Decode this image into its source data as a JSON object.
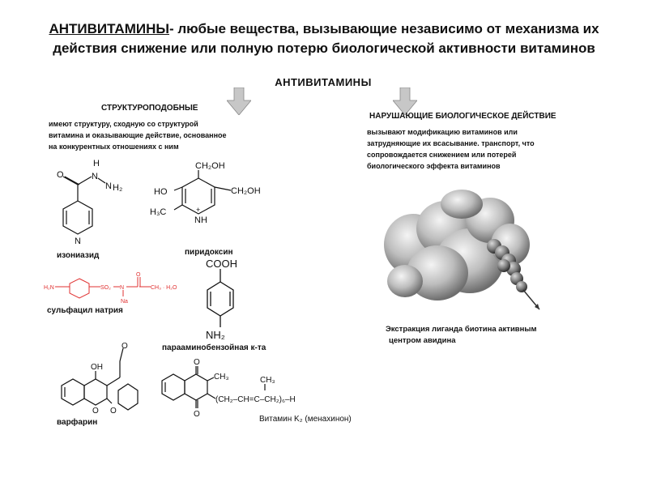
{
  "title": {
    "term": "АНТИВИТАМИНЫ",
    "text": "- любые вещества, вызывающие независимо от механизма их действия снижение или полную потерю биологической активности витаминов"
  },
  "root_label": "АНТИВИТАМИНЫ",
  "left": {
    "heading": "СТРУКТУРОПОДОБНЫЕ",
    "desc_lines": [
      "имеют структуру, сходную со структурой",
      "витамина и оказывающие действие, основанное",
      "на конкурентных отношениях с ним"
    ],
    "compounds": {
      "isoniazid": "изониазид",
      "pyridoxine": "пиридоксин",
      "sulfacyl": "сульфацил натрия",
      "paba": "параамино­бензойная к-та",
      "warfarin": "варфарин",
      "vitamin_k2": "Витамин K₂ (менахинон)"
    }
  },
  "right": {
    "heading": "НАРУШАЮЩИЕ БИОЛОГИЧЕСКОЕ ДЕЙСТВИЕ",
    "desc_lines": [
      "вызывают модификацию витаминов или",
      "затрудняющие их всасывание. транспорт, что",
      "сопровождается снижением или потерей",
      "биологического эффекта витаминов"
    ],
    "caption_lines": [
      "Экстракция лиганда биотина активным",
      "центром авидина"
    ]
  },
  "colors": {
    "arrow_fill": "#c7c7c7",
    "sulfacyl_red": "#e03030"
  }
}
